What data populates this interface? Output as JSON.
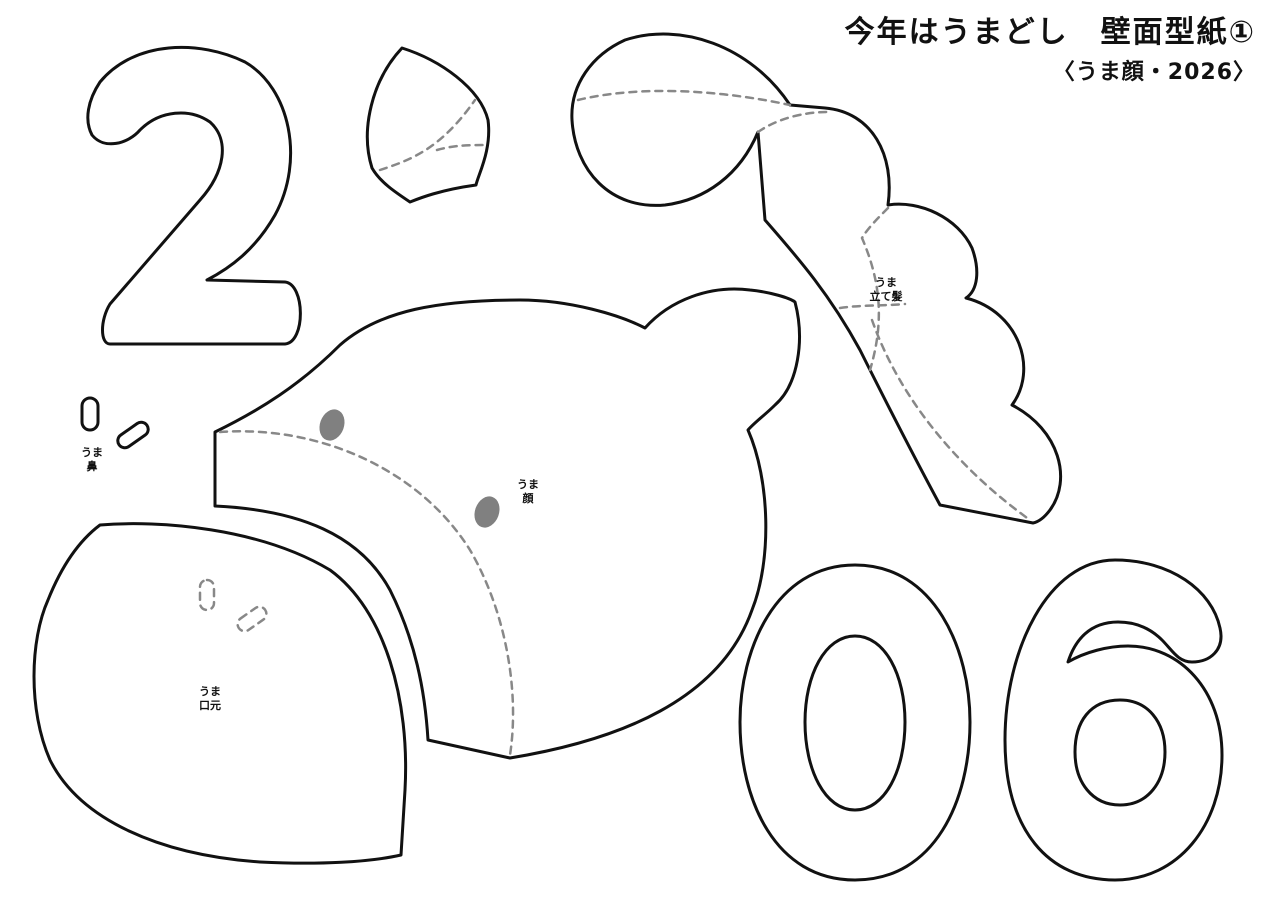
{
  "header": {
    "title": "今年はうまどし　壁面型紙①",
    "subtitle": "〈うま顔・2026〉"
  },
  "digits": {
    "d1": "2",
    "d2": "0",
    "d3": "6"
  },
  "pieces": {
    "face": {
      "line1": "うま",
      "line2": "顔"
    },
    "mane": {
      "line1": "うま",
      "line2": "立て髪"
    },
    "nose": {
      "line1": "うま",
      "line2": "鼻"
    },
    "mouth": {
      "line1": "うま",
      "line2": "口元"
    }
  },
  "colors": {
    "outline": "#111111",
    "fold_line": "#888888",
    "eye_fill": "#808080"
  }
}
